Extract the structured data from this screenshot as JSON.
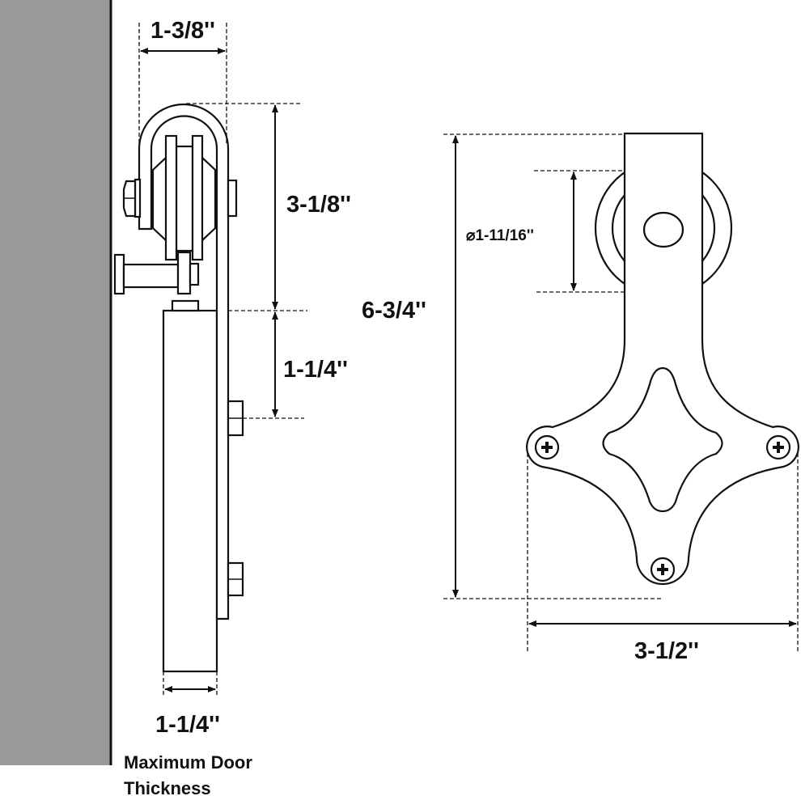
{
  "side_view": {
    "wall_color": "#999999",
    "dimensions": {
      "hanger_width": "1-3/8''",
      "top_to_door": "3-1/8''",
      "door_to_bolt": "1-1/4''",
      "door_thickness": "1-1/4''"
    },
    "caption_line1": "Maximum Door",
    "caption_line2": "Thickness"
  },
  "front_view": {
    "dimensions": {
      "total_height": "6-3/4''",
      "wheel_diameter": "⌀1-11/16''",
      "total_width": "3-1/2''"
    }
  }
}
